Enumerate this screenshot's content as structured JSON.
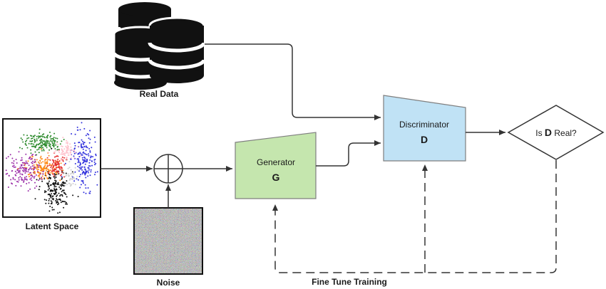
{
  "labels": {
    "real_data": "Real Data",
    "latent_space": "Latent Space",
    "noise": "Noise",
    "fine_tune": "Fine Tune Training"
  },
  "generator": {
    "name": "Generator",
    "symbol": "G"
  },
  "discriminator": {
    "name": "Discriminator",
    "symbol": "D"
  },
  "decision": {
    "prefix": "Is ",
    "symbol": "D",
    "suffix": " Real?"
  },
  "colors": {
    "generator_fill": "#c5e6ae",
    "generator_stroke": "#7f7f7f",
    "discriminator_fill": "#c0e2f5",
    "discriminator_stroke": "#7f7f7f",
    "line": "#333333",
    "database": "#111111",
    "latent_clusters": [
      "#2e8b2e",
      "#3333dd",
      "#111111",
      "#ff8c1a",
      "#9b2ea8",
      "#e63232",
      "#ffc0cb",
      "#d0d0d0"
    ]
  }
}
